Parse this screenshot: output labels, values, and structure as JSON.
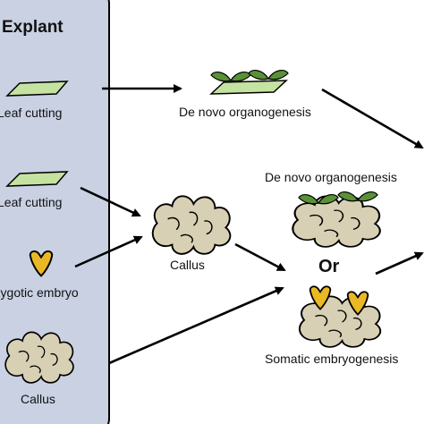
{
  "panel": {
    "title": "Explant",
    "items": [
      "Leaf cutting",
      "Leaf cutting",
      "Zygotic embryo",
      "Callus"
    ]
  },
  "stages": {
    "denovo_top": "De novo organogenesis",
    "callus_mid": "Callus",
    "denovo_right": "De novo organogenesis",
    "or": "Or",
    "somatic": "Somatic embryogenesis"
  },
  "colors": {
    "panel_fill": "#c9d1e3",
    "leaf_fill": "#c5e3a0",
    "leaf_dark": "#5a9138",
    "callus_fill": "#d8d0b4",
    "embryo_fill": "#e9b824",
    "arrow": "#000000"
  }
}
